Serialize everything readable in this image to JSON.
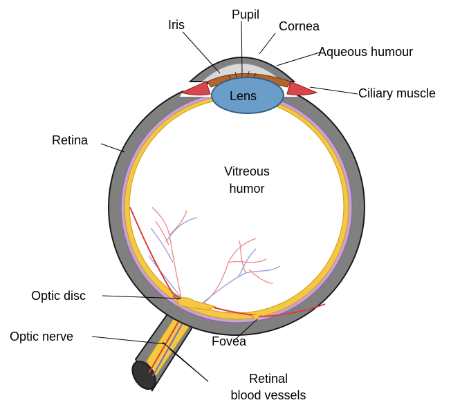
{
  "labels": {
    "pupil": "Pupil",
    "iris": "Iris",
    "cornea": "Cornea",
    "aqueous_humour": "Aqueous humour",
    "lens": "Lens",
    "ciliary_muscle": "Ciliary muscle",
    "retina": "Retina",
    "vitreous_line1": "Vitreous",
    "vitreous_line2": "humor",
    "optic_disc": "Optic disc",
    "optic_nerve": "Optic nerve",
    "fovea": "Fovea",
    "retinal_line1": "Retinal",
    "retinal_line2": "blood vessels"
  },
  "colors": {
    "sclera": "#808080",
    "outline": "#1a1a1a",
    "choroid": "#c9a3d8",
    "retina": "#f5c842",
    "retina_edge": "#cc9a1a",
    "lens": "#6a9ec8",
    "lens_edge": "#2e5f88",
    "iris": "#b5652b",
    "ciliary": "#d9464b",
    "cornea": "#d9d9d9",
    "artery": "#e03a3a",
    "vein": "#6a6ad8"
  }
}
